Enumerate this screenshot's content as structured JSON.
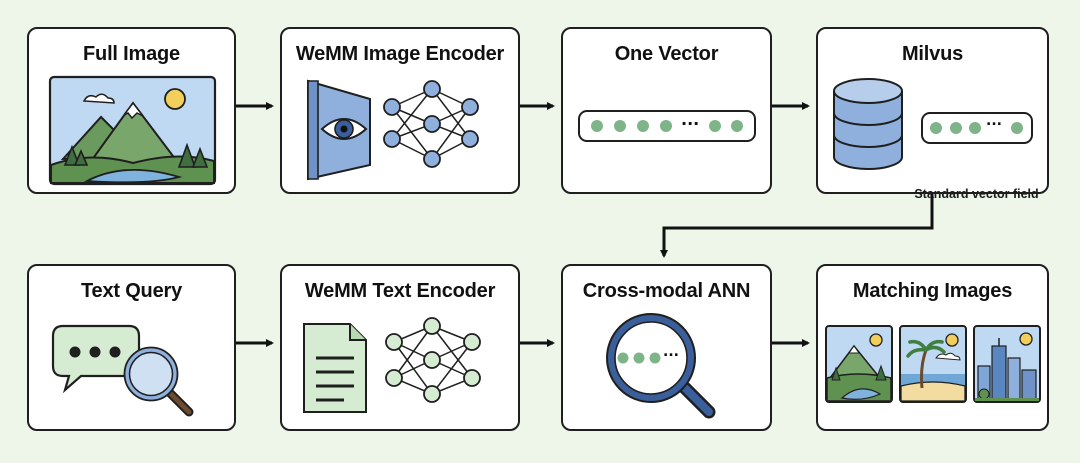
{
  "nodes": {
    "full_image": {
      "title": "Full Image"
    },
    "image_encoder": {
      "title": "WeMM Image Encoder"
    },
    "one_vector": {
      "title": "One Vector",
      "ellipsis": "..."
    },
    "milvus": {
      "title": "Milvus",
      "field_label": "Standard vector field",
      "ellipsis": "..."
    },
    "text_query": {
      "title": "Text Query"
    },
    "text_encoder": {
      "title": "WeMM Text Encoder"
    },
    "ann": {
      "title": "Cross-modal ANN",
      "ellipsis": "..."
    },
    "matching": {
      "title": "Matching Images"
    }
  },
  "colors": {
    "background": "#eef6ea",
    "stroke": "#1f1f1f",
    "green_dot": "#7fb489",
    "blue": "#8fb0dd",
    "light_green": "#d6ecd2"
  }
}
